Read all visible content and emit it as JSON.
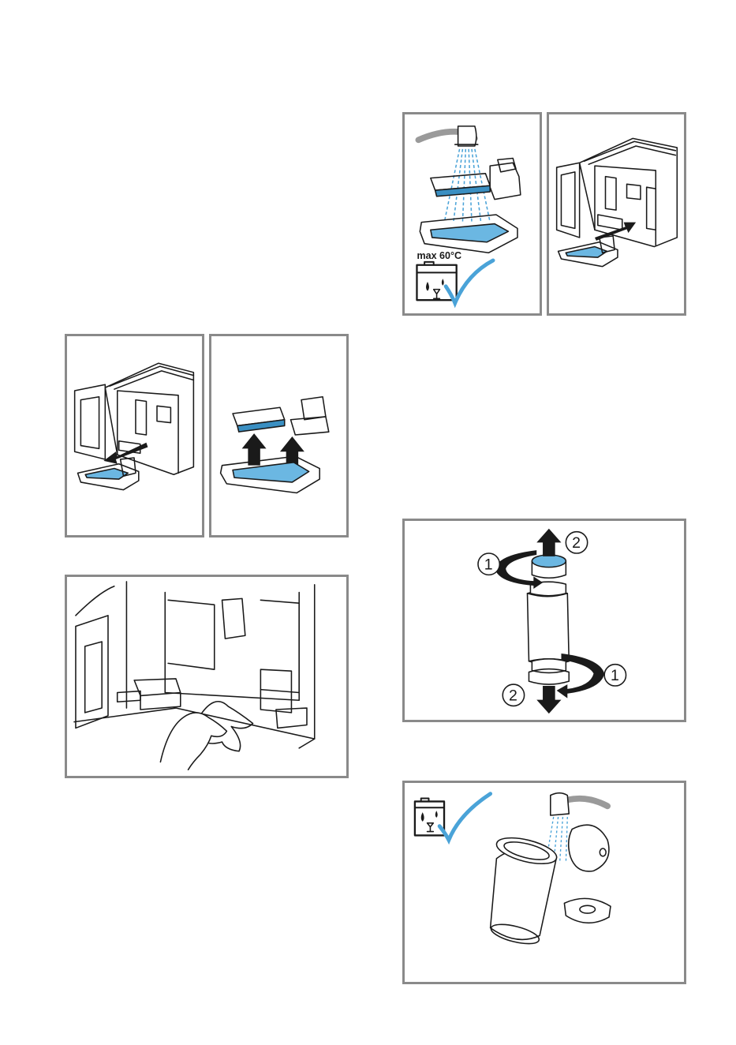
{
  "page": {
    "background": "#ffffff",
    "frame_color": "#8a8a8a",
    "accent_color": "#4aa3d8"
  },
  "figures": [
    {
      "id": "rinse-drip-tray",
      "icons": [
        "shower-head-icon",
        "dishwasher-icon",
        "checkmark-icon"
      ],
      "temperature_label": "max 60°C"
    },
    {
      "id": "insert-drip-tray",
      "icons": [
        "arrow-icon"
      ]
    },
    {
      "id": "remove-drip-tray",
      "icons": [
        "arrow-icon"
      ]
    },
    {
      "id": "disassemble-drip-tray",
      "icons": [
        "arrow-up-icon",
        "arrow-up-icon"
      ]
    },
    {
      "id": "wipe-interior",
      "icons": [
        "hand-icon",
        "cloth-icon"
      ]
    },
    {
      "id": "remove-container-caps",
      "icons": [
        "rotate-arrow-icon",
        "arrow-icon"
      ],
      "step_labels": [
        "1",
        "2",
        "1",
        "2"
      ]
    },
    {
      "id": "clean-container",
      "icons": [
        "dishwasher-icon",
        "checkmark-icon",
        "shower-head-icon"
      ]
    }
  ]
}
